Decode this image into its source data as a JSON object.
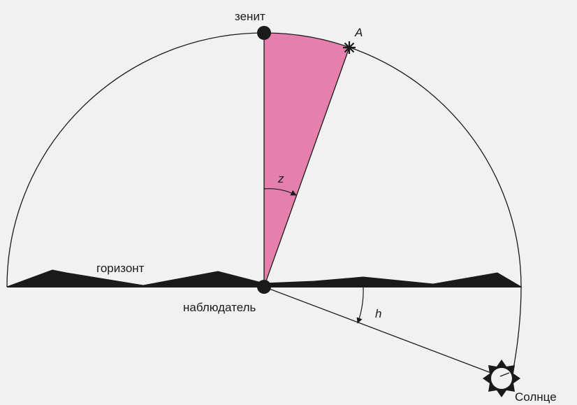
{
  "labels": {
    "zenith": "зенит",
    "star": "A",
    "zenith_angle": "z",
    "horizon": "горизонт",
    "observer": "наблюдатель",
    "altitude": "h",
    "sun": "Солнце"
  },
  "colors": {
    "background": "#f1f1f1",
    "sector_fill": "#e57fad",
    "line": "#1a1a1a",
    "terrain": "#1a1a1a"
  },
  "icons": {
    "star_marker": "star-icon",
    "sun_marker": "sun-icon"
  }
}
